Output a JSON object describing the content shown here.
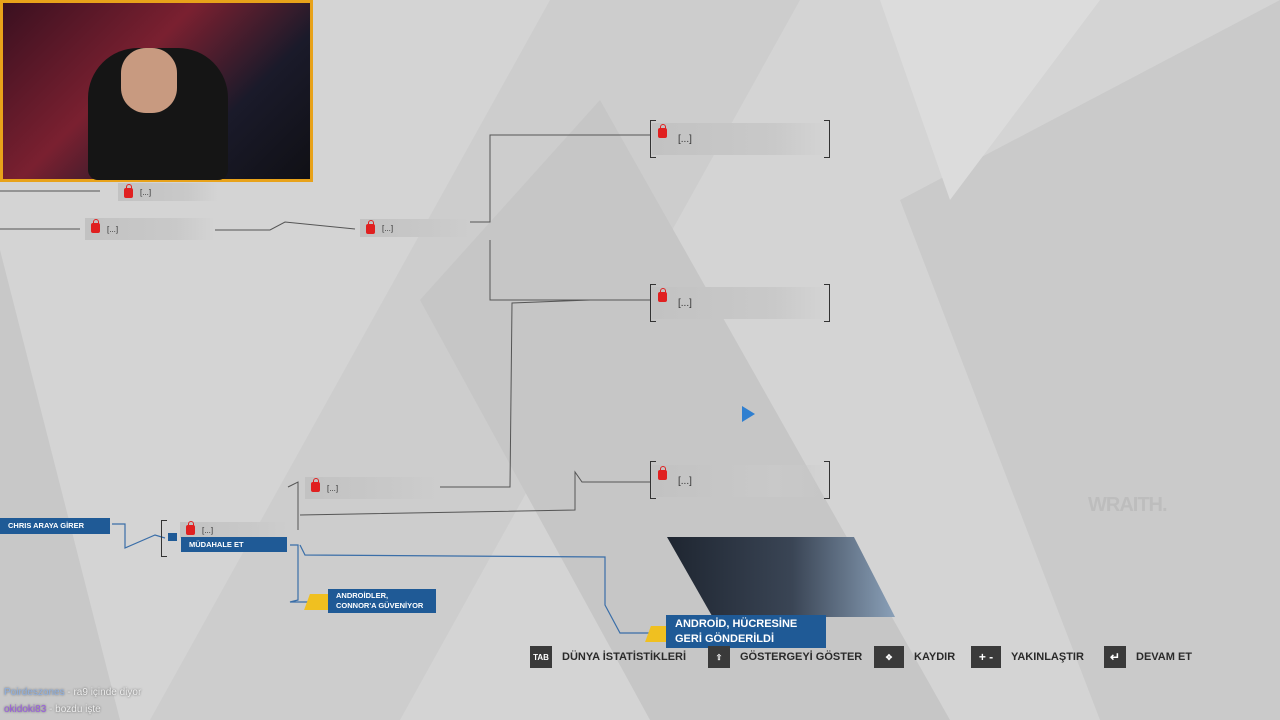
{
  "flowchart": {
    "locked_label": "[...]",
    "nodes": {
      "chris": "CHRIS ARAYA GİRER",
      "mudahale": "MÜDAHALE ET",
      "androidler": "ANDROİDLER, CONNOR'A GÜVENİYOR",
      "current": "ANDROİD, HÜCRESİNE GERİ GÖNDERİLDİ"
    }
  },
  "watermark": "WRAITH.",
  "controls": [
    {
      "key": "TAB",
      "label": "DÜNYA İSTATİSTİKLERİ"
    },
    {
      "key": "SHIFT",
      "label": "GÖSTERGEYİ GÖSTER"
    },
    {
      "key": "move",
      "label": "KAYDIR"
    },
    {
      "key": "+ -",
      "label": "YAKINLAŞTIR"
    },
    {
      "key": "enter",
      "label": "DEVAM ET"
    }
  ],
  "chat": [
    {
      "user": "Poirdeszones",
      "message": " - ra9 içinde diyor",
      "color": "#8fb0e0"
    },
    {
      "user": "okidoki83",
      "message": " - bozdu işte",
      "color": "#9a5ce0"
    }
  ],
  "colors": {
    "node_blue": "#1f5a96",
    "lock_red": "#e02020",
    "accent_yellow": "#f0c020",
    "webcam_border": "#e8a21a"
  }
}
